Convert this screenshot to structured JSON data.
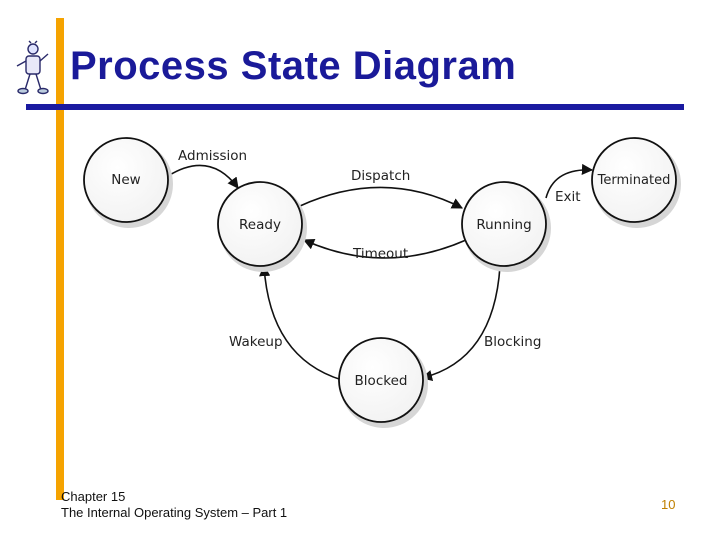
{
  "slide": {
    "title": "Process State Diagram",
    "footer_line1": "Chapter 15",
    "footer_line2": "The Internal Operating System – Part 1",
    "page_number": "10",
    "accent_color": "#f5a300",
    "title_color": "#1a1a99"
  },
  "diagram": {
    "states": {
      "new": "New",
      "ready": "Ready",
      "running": "Running",
      "terminated": "Terminated",
      "blocked": "Blocked"
    },
    "transitions": {
      "admission": "Admission",
      "dispatch": "Dispatch",
      "timeout": "Timeout",
      "exit": "Exit",
      "blocking": "Blocking",
      "wakeup": "Wakeup"
    }
  },
  "icons": {
    "mascot": "cartoon-character-icon"
  }
}
